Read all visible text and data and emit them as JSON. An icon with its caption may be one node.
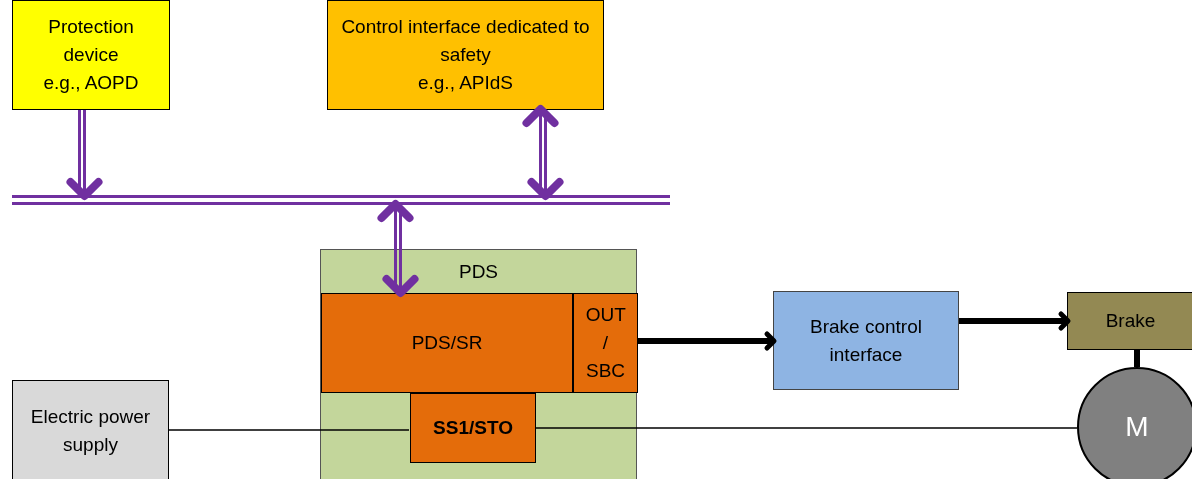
{
  "diagram": {
    "nodes": [
      {
        "text": [
          "Protection device",
          "e.g., AOPD"
        ]
      },
      {
        "text": [
          "Control interface dedicated to safety",
          "e.g., APIdS"
        ]
      },
      {
        "text": [],
        "shape": "bar"
      },
      {
        "text": [
          "PDS"
        ]
      },
      {
        "text": [
          "PDS/SR"
        ],
        "in": 3
      },
      {
        "text": [
          "OUT / SBC"
        ],
        "in": 3
      },
      {
        "text": [
          "SS1/STO"
        ],
        "in": 3
      },
      {
        "text": [
          "Brake control interface"
        ]
      },
      {
        "text": [
          "Brake"
        ]
      },
      {
        "text": [
          "Electric power supply"
        ]
      },
      {
        "text": [
          "M"
        ]
      }
    ],
    "edges": [
      {
        "from": 0,
        "to": 2,
        "arrow": "to",
        "color": "#7030a0"
      },
      {
        "from": 1,
        "to": 2,
        "arrow": "both",
        "color": "#7030a0"
      },
      {
        "from": 2,
        "to": 4,
        "arrow": "both",
        "color": "#7030a0"
      },
      {
        "from": 5,
        "to": 7,
        "arrow": "to",
        "style": "thick"
      },
      {
        "from": 7,
        "to": 8,
        "arrow": "to",
        "style": "thick"
      },
      {
        "from": 8,
        "to": 10,
        "arrow": "none",
        "style": "thick"
      },
      {
        "from": 9,
        "to": 6,
        "arrow": "none"
      },
      {
        "from": 6,
        "to": 10,
        "arrow": "none"
      }
    ]
  }
}
